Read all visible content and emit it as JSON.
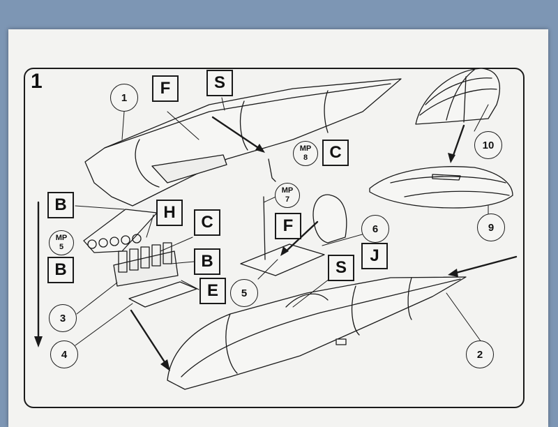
{
  "step_number": "1",
  "letters": [
    "F",
    "S",
    "C",
    "B",
    "H",
    "F",
    "C",
    "B",
    "B",
    "J",
    "S",
    "E"
  ],
  "parts": [
    "1",
    "10",
    "6",
    "9",
    "3",
    "5",
    "4",
    "2"
  ],
  "mp_labels": [
    {
      "mp": "MP",
      "num": "8"
    },
    {
      "mp": "MP",
      "num": "7"
    },
    {
      "mp": "MP",
      "num": "5"
    }
  ]
}
